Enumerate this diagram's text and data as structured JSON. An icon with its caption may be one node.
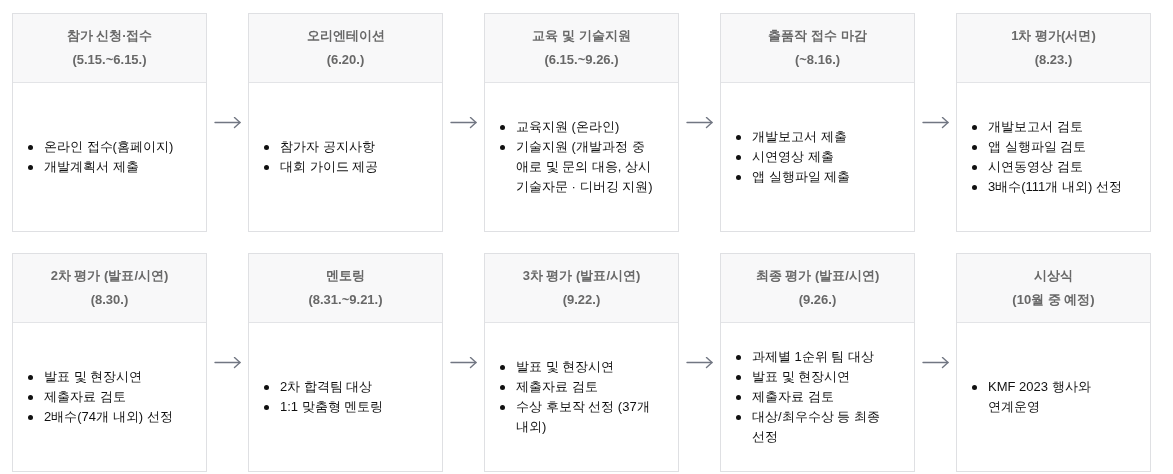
{
  "diagram": {
    "nodes": [
      {
        "text": [
          "참가 신청·접수",
          "(5.15.~6.15.)",
          "온라인 접수(홈페이지)",
          "개발계획서 제출"
        ]
      },
      {
        "text": [
          "오리엔테이션",
          "(6.20.)",
          "참가자 공지사항",
          "대회 가이드 제공"
        ]
      },
      {
        "text": [
          "교육 및 기술지원",
          "(6.15.~9.26.)",
          "교육지원 (온라인)",
          "기술지원 (개발과정 중 애로 및 문의 대응, 상시 기술자문 · 디버깅 지원)"
        ]
      },
      {
        "text": [
          "출품작 접수 마감",
          "(~8.16.)",
          "개발보고서 제출",
          "시연영상 제출",
          "앱 실행파일 제출"
        ]
      },
      {
        "text": [
          "1차 평가(서면)",
          "(8.23.)",
          "개발보고서 검토",
          "앱 실행파일 검토",
          "시연동영상 검토",
          "3배수(111개 내외) 선정"
        ]
      },
      {
        "text": [
          "2차 평가 (발표/시연)",
          "(8.30.)",
          "발표 및 현장시연",
          "제출자료 검토",
          "2배수(74개 내외) 선정"
        ]
      },
      {
        "text": [
          "멘토링",
          "(8.31.~9.21.)",
          "2차 합격팀 대상",
          "1:1 맞춤형 멘토링"
        ]
      },
      {
        "text": [
          "3차 평가 (발표/시연)",
          "(9.22.)",
          "발표 및 현장시연",
          "제출자료 검토",
          "수상 후보작 선정 (37개 내외)"
        ]
      },
      {
        "text": [
          "최종 평가 (발표/시연)",
          "(9.26.)",
          "과제별 1순위 팀 대상",
          "발표 및 현장시연",
          "제출자료 검토",
          "대상/최우수상 등 최종 선정"
        ]
      },
      {
        "text": [
          "시상식",
          "(10월 중 예정)",
          "KMF 2023 행사와 연계운영"
        ]
      }
    ],
    "edges": [
      {
        "from": 0,
        "to": 1,
        "arrow": "to"
      },
      {
        "from": 1,
        "to": 2,
        "arrow": "to"
      },
      {
        "from": 2,
        "to": 3,
        "arrow": "to"
      },
      {
        "from": 3,
        "to": 4,
        "arrow": "to"
      },
      {
        "from": 5,
        "to": 6,
        "arrow": "to"
      },
      {
        "from": 6,
        "to": 7,
        "arrow": "to"
      },
      {
        "from": 7,
        "to": 8,
        "arrow": "to"
      },
      {
        "from": 8,
        "to": 9,
        "arrow": "to"
      }
    ]
  }
}
